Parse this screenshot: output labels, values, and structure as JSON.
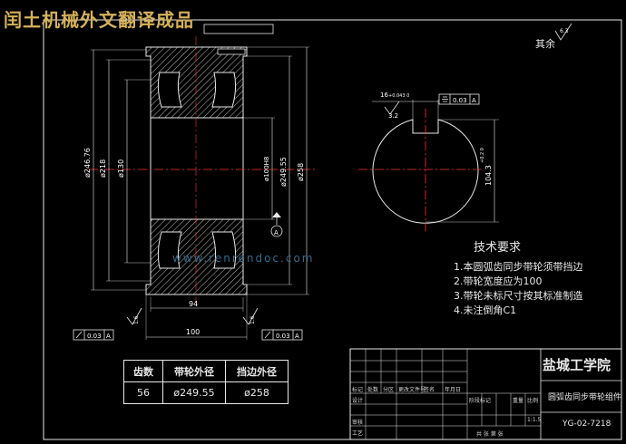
{
  "watermark_title": "闰土机械外文翻译成品",
  "site_watermark": "www.renrendoc.com",
  "roughness_note": {
    "label": "其余",
    "value": "6.3"
  },
  "front_view": {
    "dim_246": "ø246.76",
    "dim_218": "ø218",
    "dim_130": "ø130",
    "dim_bore": "ø100H8",
    "dim_249": "ø249.55",
    "dim_258": "ø258",
    "dim_94": "94",
    "dim_100": "100",
    "datum_a": "A",
    "rough_left": "1.6",
    "rough_right": "1.6",
    "runout_left_value": "0.03",
    "runout_left_datum": "A",
    "runout_right_value": "0.03",
    "runout_right_datum": "A"
  },
  "side_view": {
    "keyway_width": "16",
    "keyway_tol": "+0.043 0",
    "sym_value": "0.03",
    "sym_datum": "A",
    "rough": "3.2",
    "keyway_depth": "104.3",
    "depth_tol": "+0.2 0"
  },
  "tech_req": {
    "title": "技术要求",
    "items": [
      "1.本圆弧齿同步带轮须带挡边",
      "2.带轮宽度应为100",
      "3.带轮未标尺寸按其标准制造",
      "4.未注倒角C1"
    ]
  },
  "gear_table": {
    "headers": [
      "齿数",
      "带轮外径",
      "挡边外径"
    ],
    "values": [
      "56",
      "ø249.55",
      "ø258"
    ]
  },
  "title_block": {
    "school": "盐城工学院",
    "part_name": "圆弧齿同步带轮组件",
    "drawing_no": "YG-02-7218",
    "scale": "1:1.5",
    "hdr_mark": "标记",
    "hdr_count": "处数",
    "hdr_zone": "分区",
    "hdr_docno": "更改文件号",
    "hdr_sign": "签名",
    "hdr_date": "年月日",
    "design": "设计",
    "review": "审核",
    "process": "工艺",
    "stage": "阶段标记",
    "weight": "重量",
    "ratio": "比例",
    "sheets": "共 张 第 张"
  },
  "colors": {
    "line": "#e8e8e8",
    "hatch": "#c8c8c8",
    "center": "#ff3030",
    "dim": "#ffffff",
    "title": "#d4b15a"
  }
}
